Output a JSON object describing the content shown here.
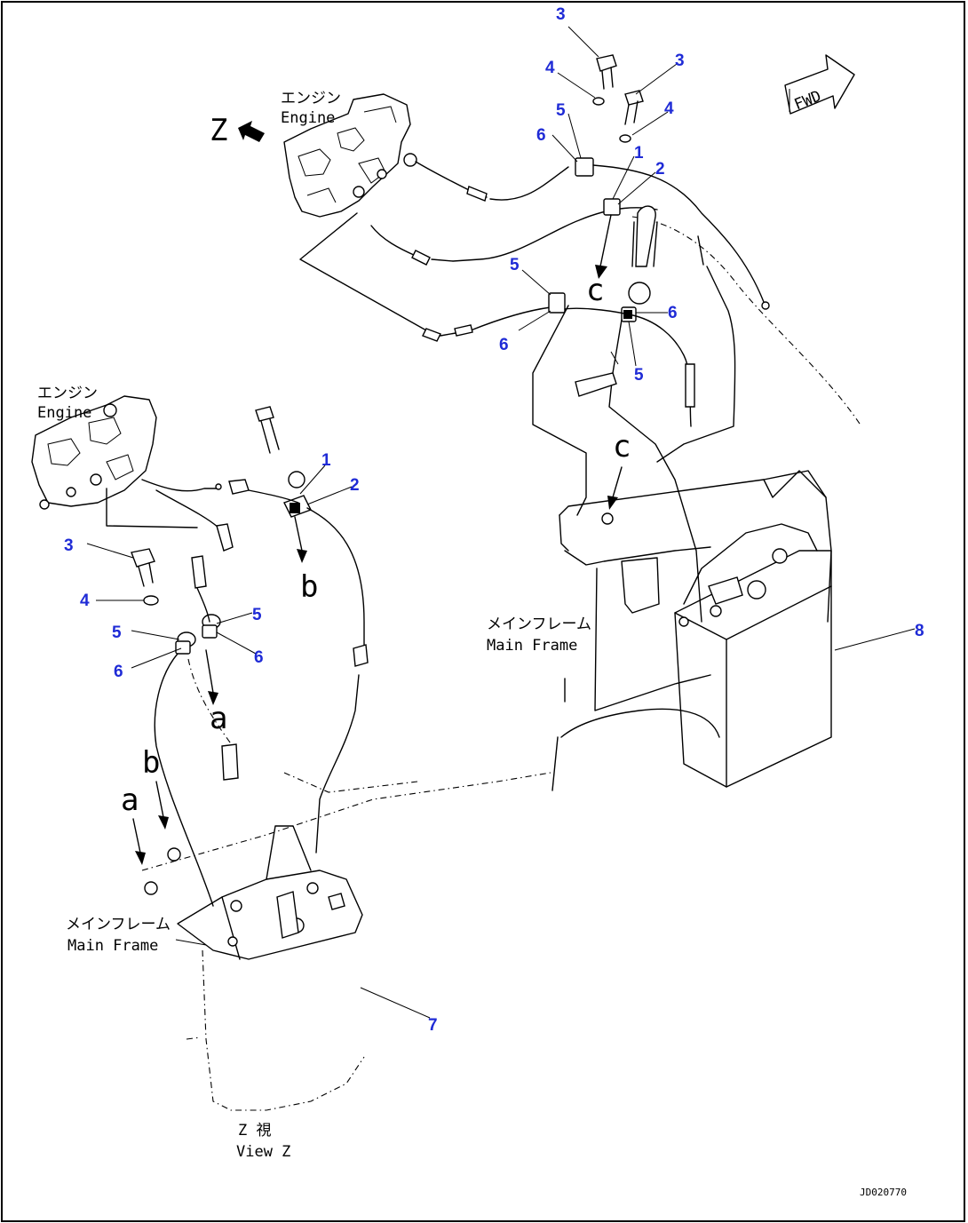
{
  "labels": {
    "engine_jp": "エンジン",
    "engine_en": "Engine",
    "main_frame_jp": "メインフレーム",
    "main_frame_en": "Main Frame",
    "view_jp": "Z 視",
    "view_en": "View Z",
    "z_mark": "Z",
    "fwd": "FWD",
    "drawing_id": "JD020770"
  },
  "ref_letters": {
    "a": "a",
    "b": "b",
    "c": "c"
  },
  "callouts": {
    "n1": "1",
    "n2": "2",
    "n3": "3",
    "n4": "4",
    "n5": "5",
    "n6": "6",
    "n7": "7",
    "n8": "8"
  },
  "colors": {
    "callout": "#1f2bd6",
    "line": "#000000",
    "background": "#ffffff"
  }
}
